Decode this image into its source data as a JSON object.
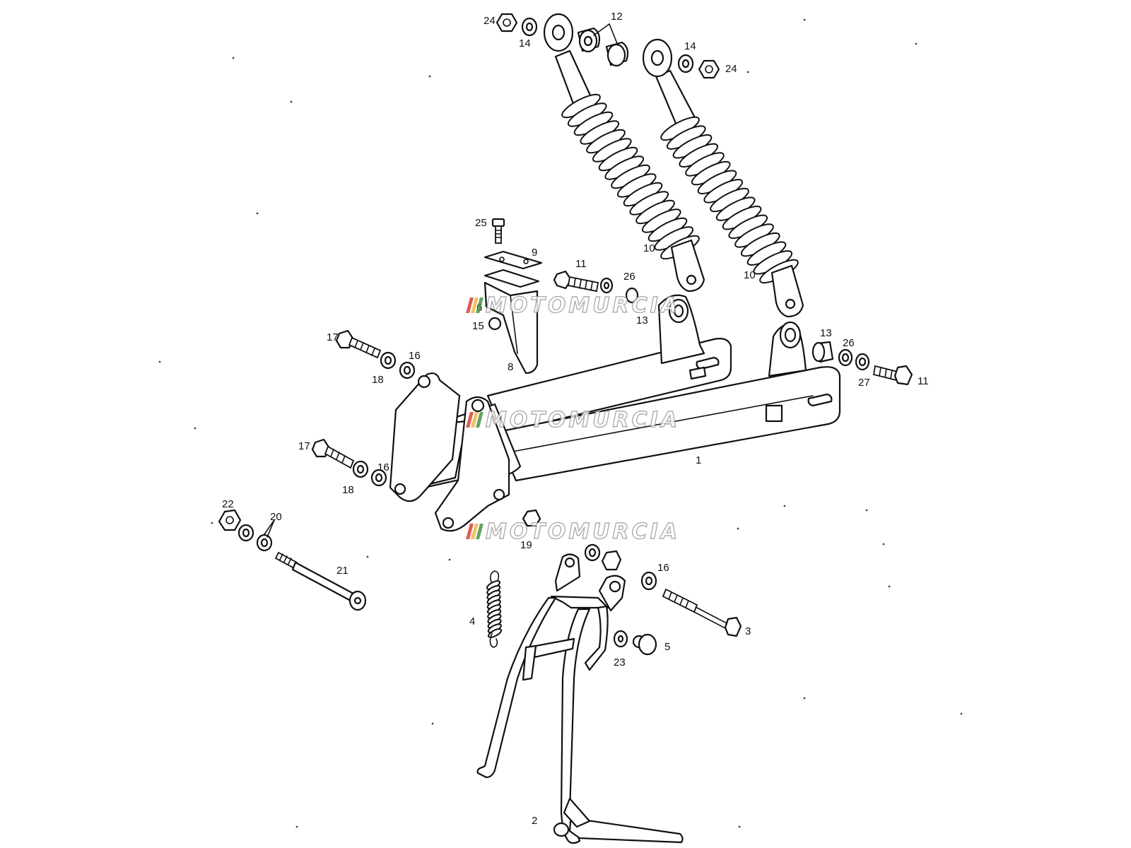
{
  "labels": [
    {
      "id": "lbl-24a",
      "text": "24"
    },
    {
      "id": "lbl-14a",
      "text": "14"
    },
    {
      "id": "lbl-12",
      "text": "12"
    },
    {
      "id": "lbl-14b",
      "text": "14"
    },
    {
      "id": "lbl-24b",
      "text": "24"
    },
    {
      "id": "lbl-25",
      "text": "25"
    },
    {
      "id": "lbl-9",
      "text": "9"
    },
    {
      "id": "lbl-11a",
      "text": "11"
    },
    {
      "id": "lbl-26a",
      "text": "26"
    },
    {
      "id": "lbl-10a",
      "text": "10"
    },
    {
      "id": "lbl-10b",
      "text": "10"
    },
    {
      "id": "lbl-6",
      "text": "6"
    },
    {
      "id": "lbl-15a",
      "text": "15"
    },
    {
      "id": "lbl-13a",
      "text": "13"
    },
    {
      "id": "lbl-8",
      "text": "8"
    },
    {
      "id": "lbl-13b",
      "text": "13"
    },
    {
      "id": "lbl-26b",
      "text": "26"
    },
    {
      "id": "lbl-27",
      "text": "27"
    },
    {
      "id": "lbl-11b",
      "text": "11"
    },
    {
      "id": "lbl-17a",
      "text": "17"
    },
    {
      "id": "lbl-16a",
      "text": "16"
    },
    {
      "id": "lbl-18a",
      "text": "18"
    },
    {
      "id": "lbl-17b",
      "text": "17"
    },
    {
      "id": "lbl-16b",
      "text": "16"
    },
    {
      "id": "lbl-18b",
      "text": "18"
    },
    {
      "id": "lbl-1",
      "text": "1"
    },
    {
      "id": "lbl-22",
      "text": "22"
    },
    {
      "id": "lbl-20",
      "text": "20"
    },
    {
      "id": "lbl-21",
      "text": "21"
    },
    {
      "id": "lbl-19",
      "text": "19"
    },
    {
      "id": "lbl-16c",
      "text": "16"
    },
    {
      "id": "lbl-4",
      "text": "4"
    },
    {
      "id": "lbl-3",
      "text": "3"
    },
    {
      "id": "lbl-5",
      "text": "5"
    },
    {
      "id": "lbl-23",
      "text": "23"
    },
    {
      "id": "lbl-2",
      "text": "2"
    }
  ],
  "watermark": {
    "text": "MOTOMURCIA",
    "flag_colors": [
      "#d6342f",
      "#f1b33c",
      "#3a8f3c"
    ]
  }
}
